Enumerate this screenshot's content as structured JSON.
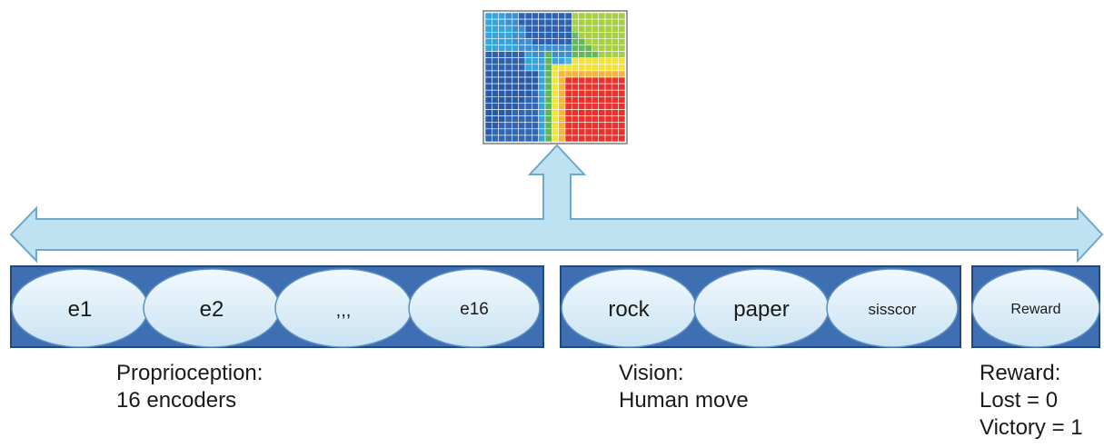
{
  "som_map": {
    "rows": 20,
    "cols": 21
  },
  "groups": [
    {
      "id": "proprioception",
      "nodes": [
        "e1",
        "e2",
        ",,,",
        "e16"
      ],
      "caption": [
        "Proprioception:",
        "16 encoders"
      ]
    },
    {
      "id": "vision",
      "nodes": [
        "rock",
        "paper",
        "sisscor"
      ],
      "caption": [
        "Vision:",
        "Human move"
      ]
    },
    {
      "id": "reward",
      "nodes": [
        "Reward"
      ],
      "caption": [
        "Reward:",
        "Lost = 0",
        "Victory = 1"
      ]
    }
  ],
  "colors": {
    "arrow_fill": "#bfe2f2",
    "arrow_stroke": "#6fa8cc",
    "bar_fill": "#3f6fb3",
    "bar_stroke": "#24477e",
    "node_fill": "#d8ecf7",
    "node_stroke": "#5d8fc0",
    "text": "#1a1a1a"
  }
}
